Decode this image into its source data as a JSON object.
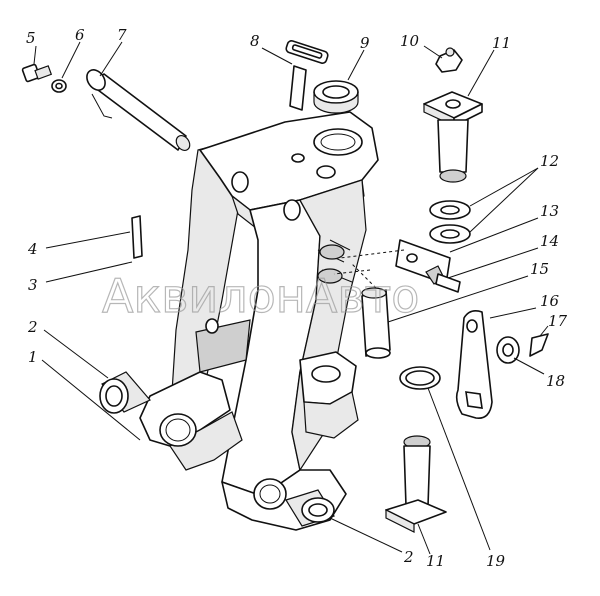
{
  "watermark": "АквилонАвто",
  "callouts": [
    {
      "id": "c5",
      "label": "5"
    },
    {
      "id": "c6",
      "label": "6"
    },
    {
      "id": "c7",
      "label": "7"
    },
    {
      "id": "c8",
      "label": "8"
    },
    {
      "id": "c9",
      "label": "9"
    },
    {
      "id": "c10",
      "label": "10"
    },
    {
      "id": "c11a",
      "label": "11"
    },
    {
      "id": "c12",
      "label": "12"
    },
    {
      "id": "c13",
      "label": "13"
    },
    {
      "id": "c14",
      "label": "14"
    },
    {
      "id": "c15",
      "label": "15"
    },
    {
      "id": "c16",
      "label": "16"
    },
    {
      "id": "c17",
      "label": "17"
    },
    {
      "id": "c18",
      "label": "18"
    },
    {
      "id": "c4",
      "label": "4"
    },
    {
      "id": "c3",
      "label": "3"
    },
    {
      "id": "c2a",
      "label": "2"
    },
    {
      "id": "c1",
      "label": "1"
    },
    {
      "id": "c2b",
      "label": "2"
    },
    {
      "id": "c11b",
      "label": "11"
    },
    {
      "id": "c19",
      "label": "19"
    }
  ]
}
